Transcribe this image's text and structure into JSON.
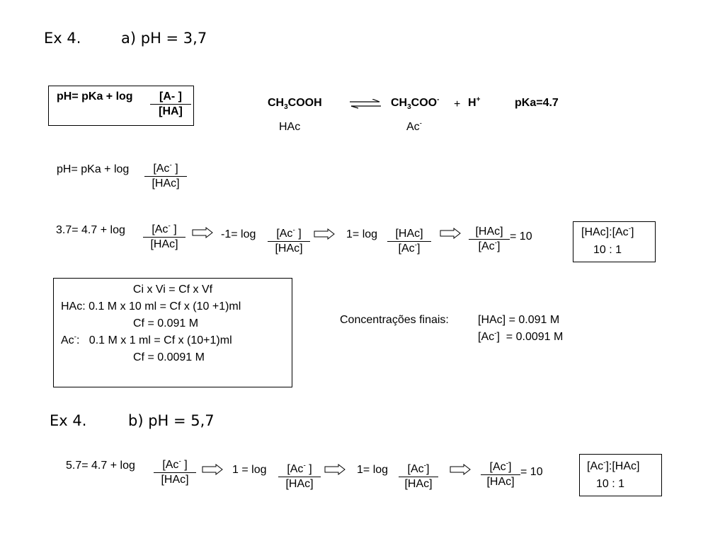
{
  "part_a": {
    "title_ex": "Ex 4.",
    "title_part": "a) pH = 3,7",
    "formula_box": {
      "prefix": "pH= pKa + log",
      "num": "[A- ]",
      "den": "[HA]"
    },
    "reaction": {
      "reactant": "CH",
      "reactant_sub": "3",
      "reactant_rest": "COOH",
      "product": "CH",
      "product_sub": "3",
      "product_rest": "COO",
      "product_sup": "-",
      "plus": "+",
      "proton": "H",
      "proton_sup": "+",
      "pka": "pKa=4.7",
      "label_hac": "HAc",
      "label_ac": "Ac",
      "label_ac_sup": "-"
    },
    "eq1": {
      "prefix": "pH= pKa + log",
      "num": "[Ac",
      "num_sup": "-",
      "num_end": " ]",
      "den": "[HAc]"
    },
    "eq2": {
      "s1_prefix": "3.7= 4.7 + log",
      "s1_num": "[Ac",
      "s1_num_sup": "-",
      "s1_num_end": " ]",
      "s1_den": "[HAc]",
      "s2_prefix": "-1= log",
      "s2_num": "[Ac",
      "s2_num_sup": "-",
      "s2_num_end": " ]",
      "s2_den": "[HAc]",
      "s3_prefix": "1= log",
      "s3_num": "[HAc]",
      "s3_den": "[Ac",
      "s3_den_sup": "-",
      "s3_den_end": "]",
      "s4_num": "[HAc]",
      "s4_den": "[Ac",
      "s4_den_sup": "-",
      "s4_den_end": "]",
      "s4_suffix": "= 10",
      "ratio_line1": "[HAc]:[Ac",
      "ratio_line1_sup": "-",
      "ratio_line1_end": "]",
      "ratio_line2": "10 : 1"
    },
    "dilution_box": {
      "line1": "Ci x Vi = Cf x Vf",
      "line2": "HAc: 0.1 M x 10 ml = Cf x (10 +1)ml",
      "line3": "Cf = 0.091 M",
      "line4_pre": "Ac",
      "line4_sup": "-",
      "line4_post": ":   0.1 M x 1 ml = Cf x (10+1)ml",
      "line5": "Cf = 0.0091 M"
    },
    "final": {
      "label": "Concentrações finais:",
      "hac": "[HAc] = 0.091 M",
      "ac_pre": "[Ac",
      "ac_sup": "-",
      "ac_post": "]  = 0.0091 M"
    }
  },
  "part_b": {
    "title_ex": "Ex 4.",
    "title_part": "b) pH = 5,7",
    "eq": {
      "s1_prefix": "5.7= 4.7 + log",
      "s1_num": "[Ac",
      "s1_num_sup": "-",
      "s1_num_end": " ]",
      "s1_den": "[HAc]",
      "s2_prefix": "1 = log",
      "s2_num": "[Ac",
      "s2_num_sup": "-",
      "s2_num_end": " ]",
      "s2_den": "[HAc]",
      "s3_prefix": "1= log",
      "s3_num": "[Ac",
      "s3_num_sup": "-",
      "s3_num_end": "]",
      "s3_den": "[HAc]",
      "s4_num": "[Ac",
      "s4_num_sup": "-",
      "s4_num_end": "]",
      "s4_den": "[HAc]",
      "s4_suffix": "= 10",
      "ratio_line1": "[Ac",
      "ratio_line1_sup": "-",
      "ratio_line1_end": "]:[HAc]",
      "ratio_line2": "10 : 1"
    }
  }
}
